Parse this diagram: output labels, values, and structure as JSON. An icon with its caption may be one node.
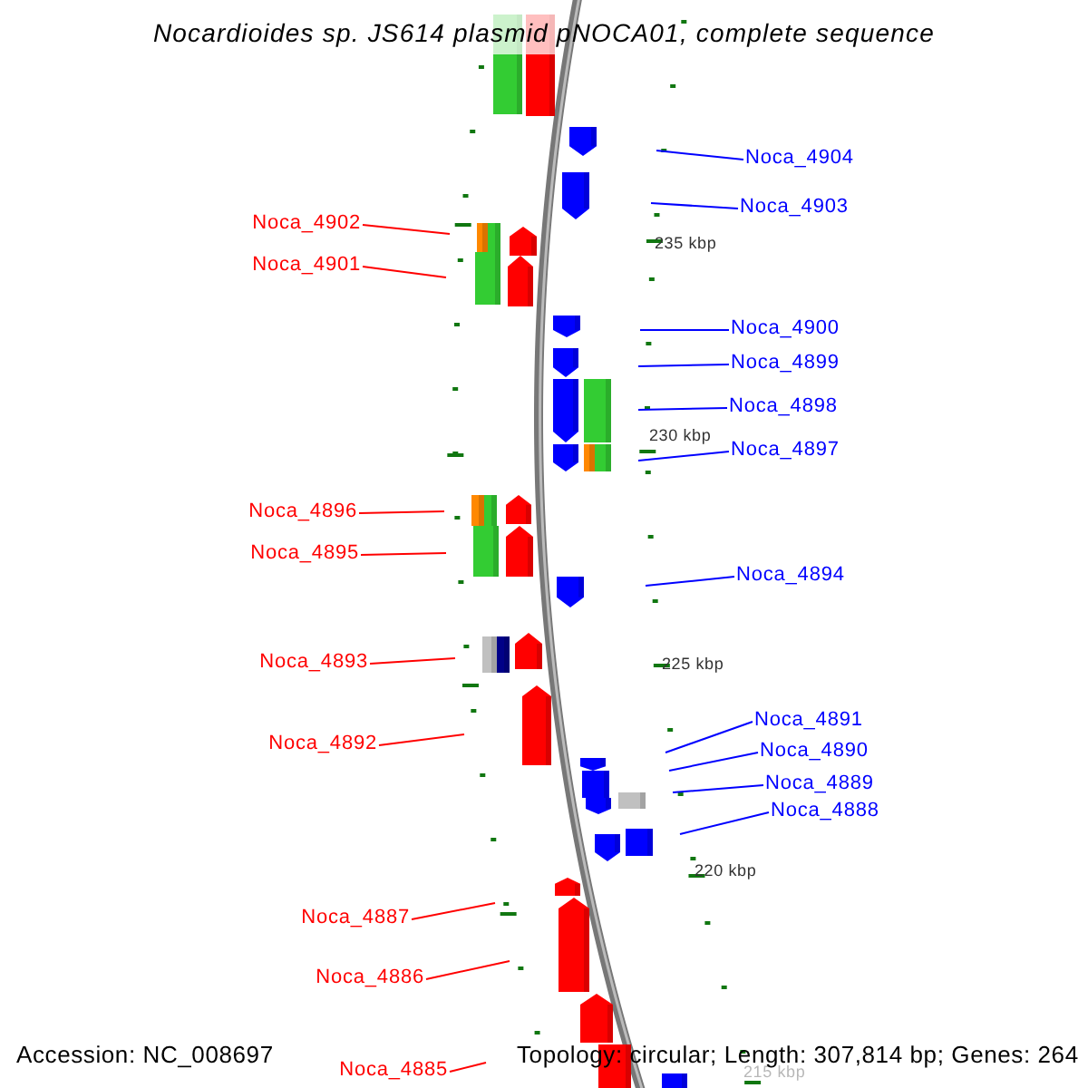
{
  "diagram": {
    "title": "Nocardioides sp. JS614 plasmid pNOCA01, complete sequence",
    "nodes": [
      {
        "text": [
          "Noca_4904"
        ]
      },
      {
        "text": [
          "Noca_4903"
        ]
      },
      {
        "text": [
          "Noca_4902"
        ]
      },
      {
        "text": [
          "Noca_4901"
        ]
      },
      {
        "text": [
          "Noca_4900"
        ]
      },
      {
        "text": [
          "Noca_4899"
        ]
      },
      {
        "text": [
          "Noca_4898"
        ]
      },
      {
        "text": [
          "Noca_4897"
        ]
      },
      {
        "text": [
          "Noca_4896"
        ]
      },
      {
        "text": [
          "Noca_4895"
        ]
      },
      {
        "text": [
          "Noca_4894"
        ]
      },
      {
        "text": [
          "Noca_4893"
        ]
      },
      {
        "text": [
          "Noca_4891"
        ]
      },
      {
        "text": [
          "Noca_4892"
        ]
      },
      {
        "text": [
          "Noca_4890"
        ]
      },
      {
        "text": [
          "Noca_4889"
        ]
      },
      {
        "text": [
          "Noca_4888"
        ]
      },
      {
        "text": [
          "Noca_4887"
        ]
      },
      {
        "text": [
          "Noca_4886"
        ]
      },
      {
        "text": [
          "Noca_4885"
        ]
      }
    ],
    "edges": [
      {
        "from": 0,
        "to": null,
        "arrow": "none",
        "color": "#0000ff"
      },
      {
        "from": 1,
        "to": null,
        "arrow": "none",
        "color": "#0000ff"
      },
      {
        "from": 2,
        "to": null,
        "arrow": "none",
        "color": "#ff0000"
      },
      {
        "from": 3,
        "to": null,
        "arrow": "none",
        "color": "#ff0000"
      },
      {
        "from": 4,
        "to": null,
        "arrow": "none",
        "color": "#0000ff"
      },
      {
        "from": 5,
        "to": null,
        "arrow": "none",
        "color": "#0000ff"
      },
      {
        "from": 6,
        "to": null,
        "arrow": "none",
        "color": "#0000ff"
      },
      {
        "from": 7,
        "to": null,
        "arrow": "none",
        "color": "#0000ff"
      },
      {
        "from": 8,
        "to": null,
        "arrow": "none",
        "color": "#ff0000"
      },
      {
        "from": 9,
        "to": null,
        "arrow": "none",
        "color": "#ff0000"
      },
      {
        "from": 10,
        "to": null,
        "arrow": "none",
        "color": "#0000ff"
      },
      {
        "from": 11,
        "to": null,
        "arrow": "none",
        "color": "#ff0000"
      },
      {
        "from": 12,
        "to": null,
        "arrow": "none",
        "color": "#0000ff"
      },
      {
        "from": 13,
        "to": null,
        "arrow": "none",
        "color": "#ff0000"
      },
      {
        "from": 14,
        "to": null,
        "arrow": "none",
        "color": "#0000ff"
      },
      {
        "from": 15,
        "to": null,
        "arrow": "none",
        "color": "#0000ff"
      },
      {
        "from": 16,
        "to": null,
        "arrow": "none",
        "color": "#0000ff"
      },
      {
        "from": 17,
        "to": null,
        "arrow": "none",
        "color": "#ff0000"
      },
      {
        "from": 18,
        "to": null,
        "arrow": "none",
        "color": "#ff0000"
      },
      {
        "from": 19,
        "to": null,
        "arrow": "none",
        "color": "#ff0000"
      }
    ],
    "labels": [
      "235 kbp",
      "230 kbp",
      "225 kbp",
      "220 kbp",
      "215 kbp",
      "Accession: NC_008697",
      "Topology: circular; Length: 307,814 bp; Genes: 264"
    ]
  }
}
